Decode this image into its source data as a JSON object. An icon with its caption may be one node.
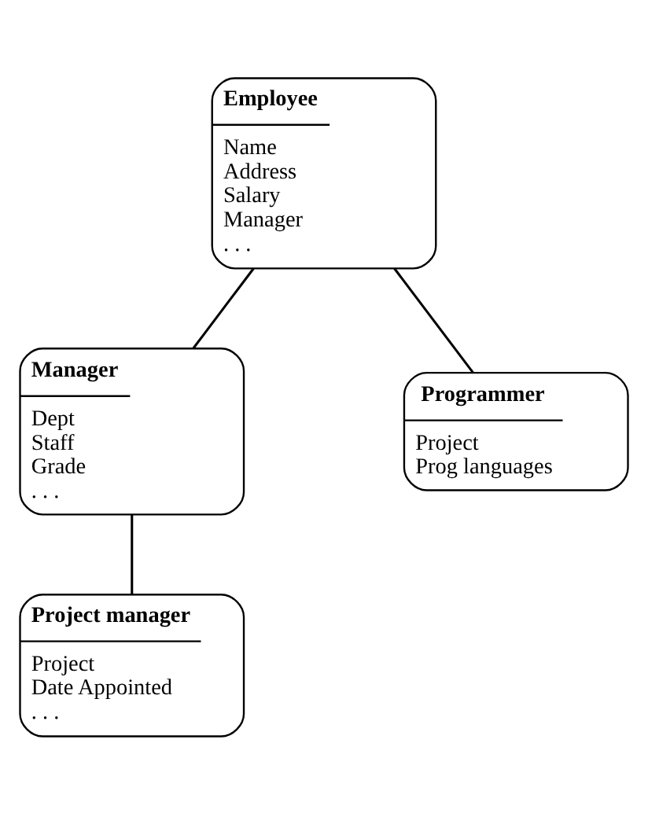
{
  "diagram": {
    "nodes": [
      {
        "text": [
          "Employee",
          "Name",
          "Address",
          "Salary",
          "Manager",
          ". . ."
        ]
      },
      {
        "text": [
          "Manager",
          "Dept",
          "Staff",
          "Grade",
          ". . ."
        ]
      },
      {
        "text": [
          "Programmer",
          "Project",
          "Prog languages"
        ]
      },
      {
        "text": [
          "Project manager",
          "Project",
          "Date Appointed",
          ". . ."
        ]
      }
    ],
    "edges": [
      {
        "from": 0,
        "to": 1,
        "arrow": "none"
      },
      {
        "from": 0,
        "to": 2,
        "arrow": "none"
      },
      {
        "from": 1,
        "to": 3,
        "arrow": "none"
      }
    ]
  }
}
